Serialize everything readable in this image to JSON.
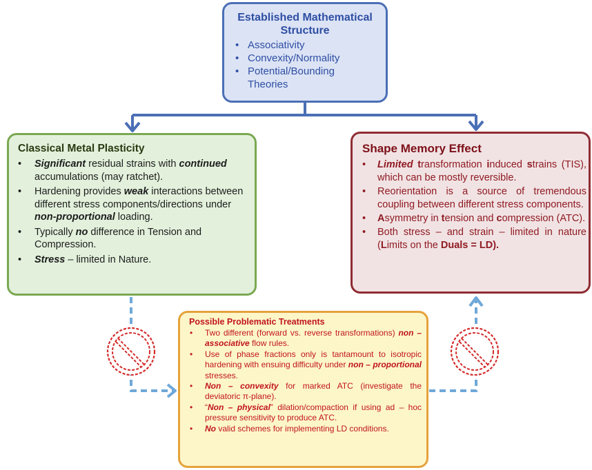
{
  "top": {
    "title_line1": "Established Mathematical",
    "title_line2": "Structure",
    "bullets": [
      "Associativity",
      "Convexity/Normality",
      "Potential/Bounding",
      "Theories"
    ]
  },
  "left": {
    "title": "Classical Metal Plasticity",
    "b1_strong1": "Significant",
    "b1_text1": " residual strains with ",
    "b1_strong2": "continued",
    "b1_text2": " accumulations (may ratchet).",
    "b2_text1": "Hardening provides ",
    "b2_strong1": "weak",
    "b2_text2": " interactions between different stress components/directions under ",
    "b2_strong2": "non-proportional",
    "b2_text3": " loading.",
    "b3_text1": "Typically ",
    "b3_strong1": "no",
    "b3_text2": " difference in Tension and Compression.",
    "b4_strong1": "Stress",
    "b4_text1": " – limited in Nature."
  },
  "right": {
    "title": "Shape Memory Effect",
    "b1_strong1": "Limited",
    "b1_l1": "t",
    "b1_t1": "ransformation ",
    "b1_l2": "i",
    "b1_t2": "nduced ",
    "b1_l3": "s",
    "b1_t3": "trains (TIS), which can be mostly reversible.",
    "b2": "Reorientation is a source of tremendous coupling between different stress components.",
    "b3_l1": "A",
    "b3_t1": "symmetry in ",
    "b3_l2": "t",
    "b3_t2": "ension and ",
    "b3_l3": "c",
    "b3_t3": "ompression (ATC).",
    "b4_t1": "Both stress – and strain – limited in nature (",
    "b4_l1": "L",
    "b4_t2": "imits on the ",
    "b4_l2": "D",
    "b4_t3": "uals = LD)."
  },
  "bottom": {
    "title": "Possible Problematic Treatments",
    "b1_t1": "Two different (forward vs. reverse transformations) ",
    "b1_s1": "non – associative",
    "b1_t2": " flow rules.",
    "b2_t1": "Use of phase fractions only is tantamount to isotropic hardening with ensuing difficulty under ",
    "b2_s1": "non – proportional",
    "b2_t2": " stresses.",
    "b3_s1": "Non – convexity",
    "b3_t1": " for marked ATC (investigate the deviatoric π-plane).",
    "b4_q1": "“",
    "b4_s1": "Non – physical",
    "b4_q2": "”",
    "b4_t1": " dilation/compaction if using ad – hoc pressure sensitivity to produce ATC.",
    "b5_s1": "No",
    "b5_t1": " valid schemes for implementing LD conditions."
  },
  "bullet_char": "•",
  "colors": {
    "top_fill": "#dbe3f5",
    "top_border": "#4a6fb5",
    "left_fill": "#e3f1dc",
    "left_border": "#7aa852",
    "right_fill": "#f1e3e4",
    "right_border": "#8f2c33",
    "bottom_fill": "#fdf6c9",
    "bottom_border": "#e5a23b",
    "arrow_blue": "#4a6fb5",
    "dashed_arrow": "#6fa8d8",
    "prohibit_red": "#d42a2a"
  },
  "icons": [
    "prohibition-sign-icon",
    "prohibition-sign-icon"
  ]
}
